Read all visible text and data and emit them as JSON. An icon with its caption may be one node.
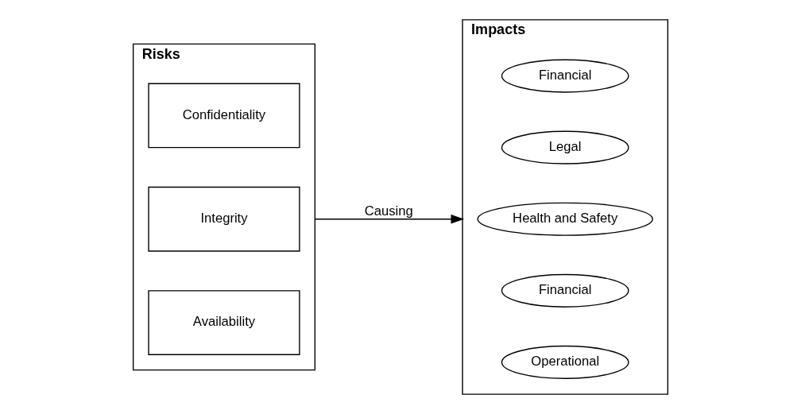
{
  "diagram": {
    "nodes": [
      {
        "text": [
          "Risks"
        ]
      },
      {
        "text": [
          "Confidentiality"
        ],
        "in": 0
      },
      {
        "text": [
          "Integrity"
        ],
        "in": 0
      },
      {
        "text": [
          "Availability"
        ],
        "in": 0
      },
      {
        "text": [
          "Impacts"
        ]
      },
      {
        "text": [
          "Financial"
        ],
        "in": 4
      },
      {
        "text": [
          "Legal"
        ],
        "in": 4
      },
      {
        "text": [
          "Health and Safety"
        ],
        "in": 4
      },
      {
        "text": [
          "Financial"
        ],
        "in": 4
      },
      {
        "text": [
          "Operational"
        ],
        "in": 4
      }
    ],
    "edges": [
      {
        "from": 0,
        "to": 4,
        "arrow": "to",
        "label": "Causing"
      }
    ]
  }
}
